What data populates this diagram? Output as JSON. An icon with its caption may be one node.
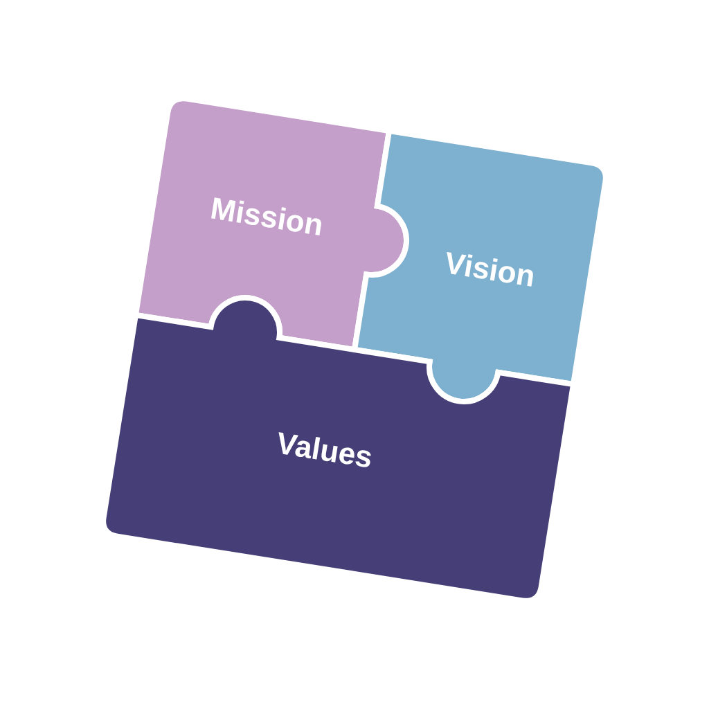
{
  "diagram": {
    "nodes": [
      {
        "text": [
          "Mission"
        ]
      },
      {
        "text": [
          "Vision"
        ]
      },
      {
        "text": [
          "Values"
        ]
      }
    ]
  }
}
